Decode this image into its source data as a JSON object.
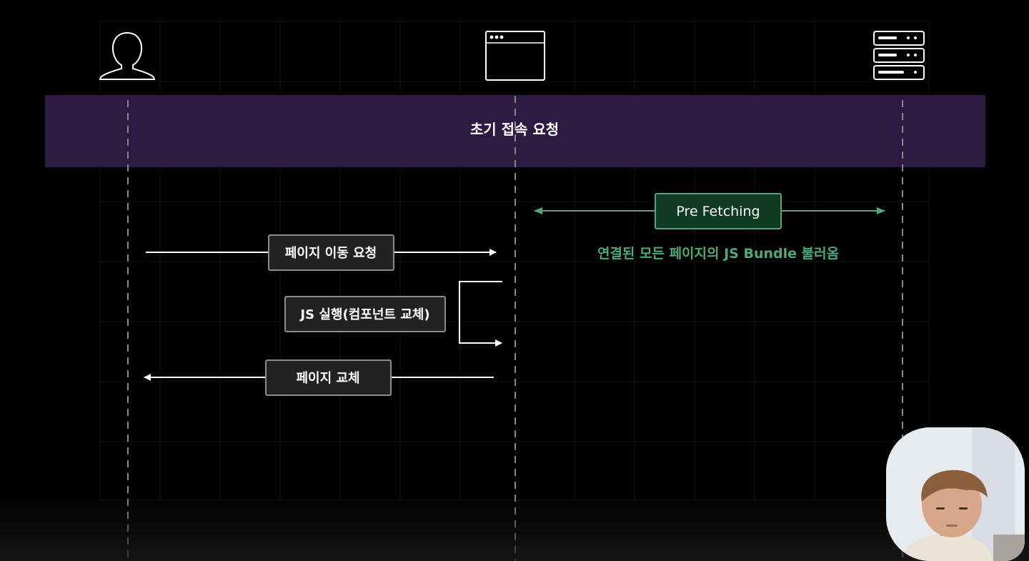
{
  "actors": {
    "user": {
      "icon": "user-icon"
    },
    "browser": {
      "icon": "browser-window-icon"
    },
    "server": {
      "icon": "server-icon"
    }
  },
  "banner": {
    "label": "초기 접속 요청",
    "color": "#2d1a42"
  },
  "prefetch": {
    "label": "Pre Fetching",
    "caption": "연결된 모든 페이지의 JS Bundle 불러옴",
    "color": "#4ea97a",
    "box_fill": "#0f3a24"
  },
  "steps": {
    "page_move_request": "페이지 이동 요청",
    "js_execution": "JS 실행(컴포넌트 교체)",
    "page_replace": "페이지 교체"
  },
  "colors": {
    "background": "#000000",
    "lifeline": "#8a8a8a",
    "step_box_fill": "#222222",
    "step_box_border": "#8c8c8c",
    "arrow": "#ffffff"
  },
  "presenter": {
    "icon": "presenter-webcam"
  }
}
